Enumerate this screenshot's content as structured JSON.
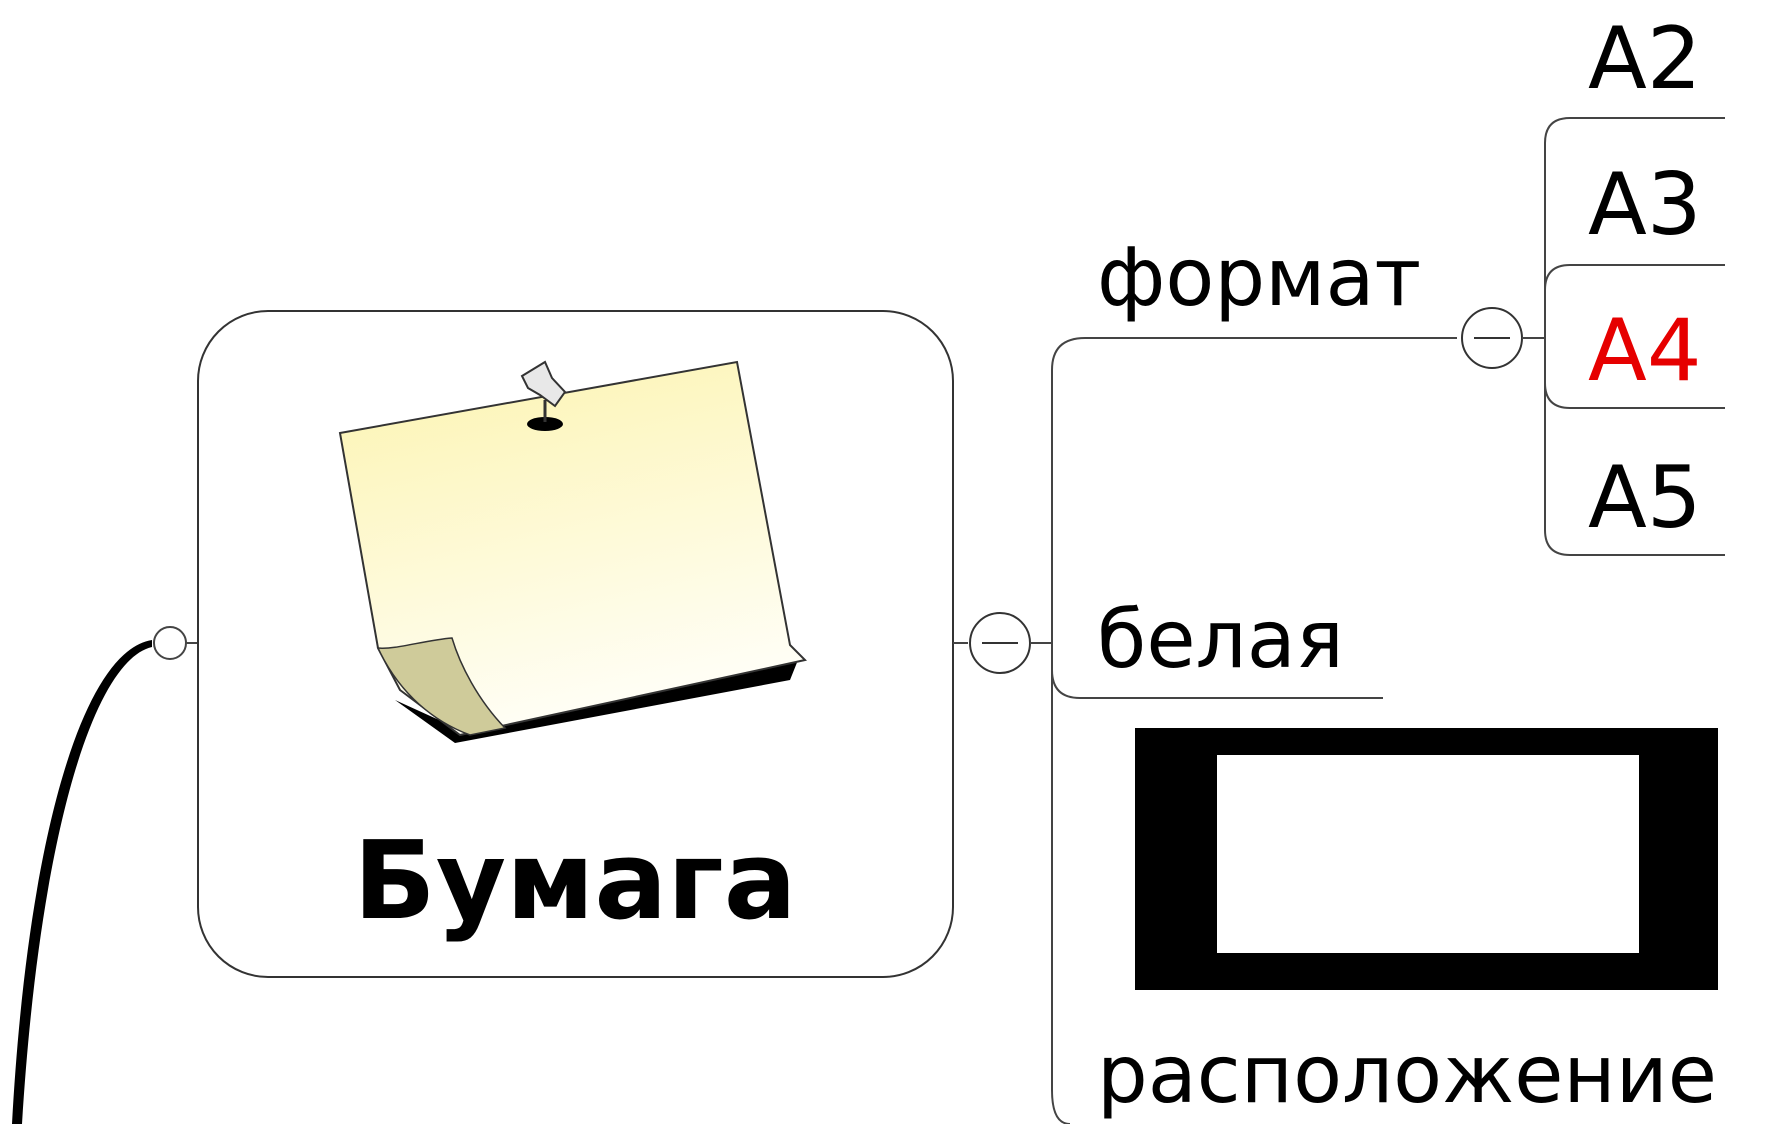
{
  "central_node": {
    "label": "Бумага",
    "image": "sticky-note-with-pin-icon"
  },
  "branches": [
    {
      "label": "формат",
      "children": [
        {
          "label": "A2",
          "highlighted": false
        },
        {
          "label": "A3",
          "highlighted": false
        },
        {
          "label": "A4",
          "highlighted": true
        },
        {
          "label": "A5",
          "highlighted": false
        }
      ]
    },
    {
      "label": "белая"
    },
    {
      "label": "расположение",
      "image": "landscape-rectangle-icon"
    }
  ],
  "colors": {
    "line": "#222222",
    "text": "#000000",
    "highlight": "#e60000",
    "note_fill_top": "#fdf6b8",
    "note_fill_bottom": "#fffdf0",
    "note_curl": "#cfcb9a"
  }
}
